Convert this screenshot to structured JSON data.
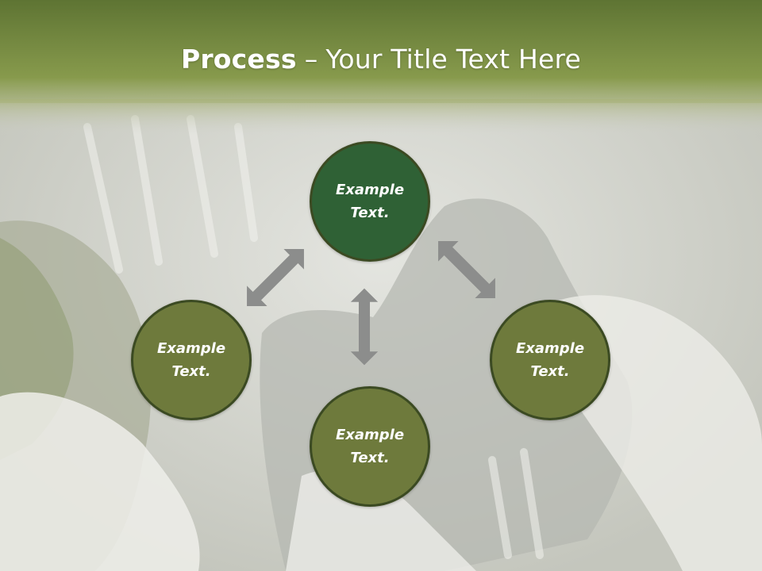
{
  "slide": {
    "title_bold": "Process",
    "title_separator": "–",
    "title_rest": "Your Title Text Here"
  },
  "nodes": [
    {
      "id": "top",
      "line1": "Example",
      "line2": "Text.",
      "fill": "#2f6135"
    },
    {
      "id": "left",
      "line1": "Example",
      "line2": "Text.",
      "fill": "#6e7a3c"
    },
    {
      "id": "bottom",
      "line1": "Example",
      "line2": "Text.",
      "fill": "#6e7a3c"
    },
    {
      "id": "right",
      "line1": "Example",
      "line2": "Text.",
      "fill": "#6e7a3c"
    }
  ],
  "colors": {
    "header_top": "#5e7433",
    "header_bottom": "#8a9c4e",
    "node_border": "#3b4a22",
    "arrow": "#8c8d8c",
    "background": "#c9cbc4"
  },
  "icons": [
    "double-arrow-icon"
  ]
}
